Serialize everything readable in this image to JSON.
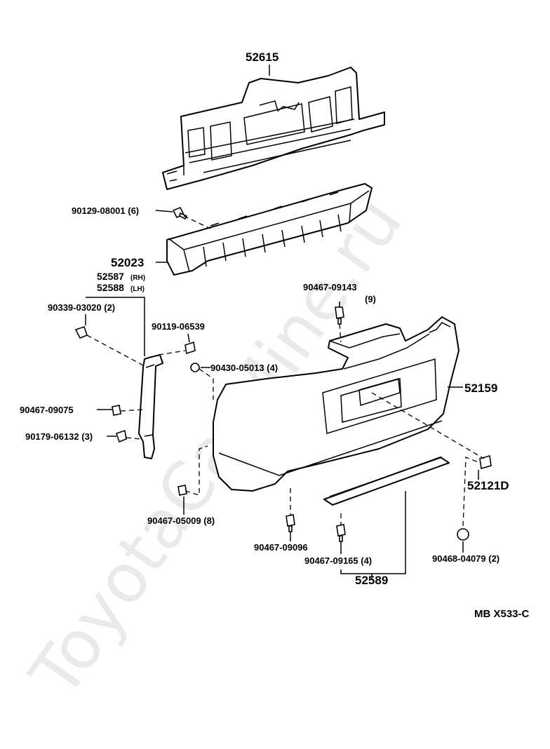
{
  "watermark": "ToyotaCarMine.ru",
  "diagram_code": "MB  X533-C",
  "parts": {
    "rear_panel": "52615",
    "reinforcement": "52023",
    "bumper_cover": "52159",
    "retainer": "52121D",
    "moulding": "52589",
    "bracket_rh": "52587",
    "bracket_rh_suffix": "(RH)",
    "bracket_lh": "52588",
    "bracket_lh_suffix": "(LH)",
    "bolt_90129": "90129-08001 (6)",
    "clip_90339": "90339-03020 (2)",
    "screw_90119": "90119-06539",
    "nut_90430": "90430-05013 (4)",
    "clip_90467_09075": "90467-09075",
    "nut_90179": "90179-06132 (3)",
    "clip_90467_05009": "90467-05009 (8)",
    "clip_90467_09143": "90467-09143",
    "clip_90467_09143_qty": "(9)",
    "clip_90467_09096": "90467-09096",
    "clip_90467_09165": "90467-09165 (4)",
    "nut_90468": "90468-04079 (2)"
  }
}
